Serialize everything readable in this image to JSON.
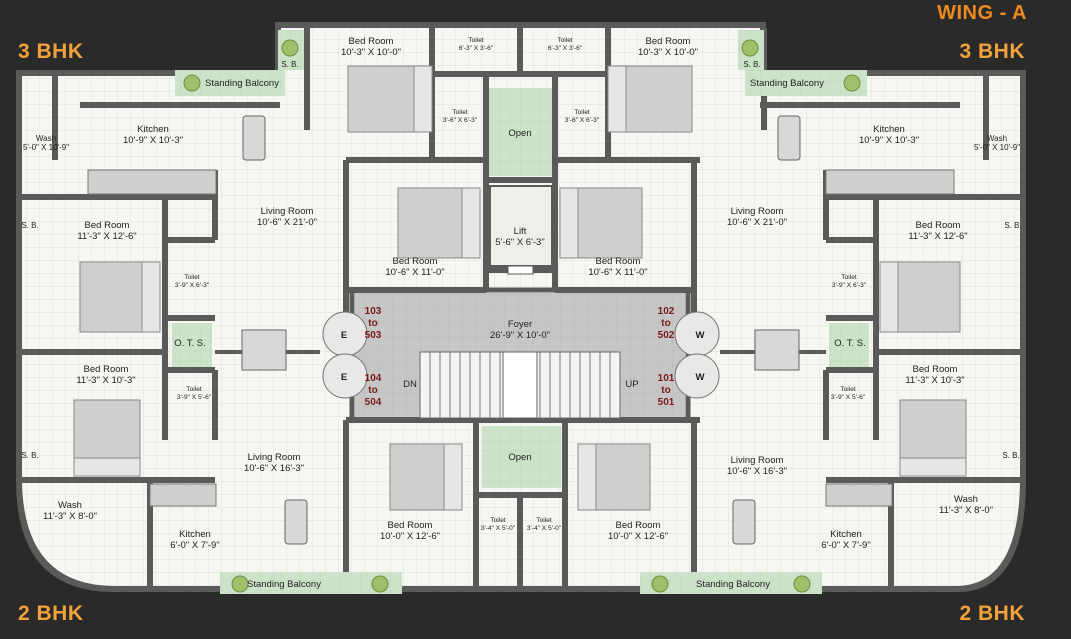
{
  "labels": {
    "wing": "WING - A",
    "tl": "3 BHK",
    "tr": "3 BHK",
    "bl": "2 BHK",
    "br": "2 BHK"
  },
  "rooms": {
    "bed_tl": {
      "n": "Bed Room",
      "d": "10'-3\" X 10'-0\""
    },
    "bed_tr": {
      "n": "Bed Room",
      "d": "10'-3\" X 10'-0\""
    },
    "toilet_top_l": {
      "n": "Toilet",
      "d": "6'-3\" X 3'-6\""
    },
    "toilet_top_r": {
      "n": "Toilet",
      "d": "6'-3\" X 3'-6\""
    },
    "toilet_mid_l": {
      "n": "Toilet",
      "d": "3'-6\" X 6'-3\""
    },
    "toilet_mid_r": {
      "n": "Toilet",
      "d": "3'-6\" X 6'-3\""
    },
    "open_top": "Open",
    "open_bottom": "Open",
    "kitchen_l": {
      "n": "Kitchen",
      "d": "10'-9\" X 10'-3\""
    },
    "kitchen_r": {
      "n": "Kitchen",
      "d": "10'-9\" X 10'-3\""
    },
    "wash_l": {
      "n": "Wash",
      "d": "5'-0\" X 10'-9\""
    },
    "wash_r": {
      "n": "Wash",
      "d": "5'-0\" X 10'-9\""
    },
    "sb": "S. B.",
    "balcony": "Standing Balcony",
    "living_tl": {
      "n": "Living Room",
      "d": "10'-6\" X 21'-0\""
    },
    "living_tr": {
      "n": "Living Room",
      "d": "10'-6\" X 21'-0\""
    },
    "bed_ml": {
      "n": "Bed Room",
      "d": "11'-3\" X 12'-6\""
    },
    "bed_mr": {
      "n": "Bed Room",
      "d": "11'-3\" X 12'-6\""
    },
    "bed_cl": {
      "n": "Bed Room",
      "d": "10'-6\" X 11'-0\""
    },
    "bed_cr": {
      "n": "Bed Room",
      "d": "10'-6\" X 11'-0\""
    },
    "lift": {
      "n": "Lift",
      "d": "5'-6\" X 6'-3\""
    },
    "toilet_sl1": {
      "n": "Toilet",
      "d": "3'-9\" X 6'-3\""
    },
    "toilet_sr1": {
      "n": "Toilet",
      "d": "3'-9\" X 6'-3\""
    },
    "ots": "O. T. S.",
    "foyer": {
      "n": "Foyer",
      "d": "26'-9\" X 10'-0\""
    },
    "bed_ll": {
      "n": "Bed Room",
      "d": "11'-3\" X 10'-3\""
    },
    "bed_lr": {
      "n": "Bed Room",
      "d": "11'-3\" X 10'-3\""
    },
    "toilet_sl2": {
      "n": "Toilet",
      "d": "3'-9\" X 5'-6\""
    },
    "toilet_sr2": {
      "n": "Toilet",
      "d": "3'-9\" X 5'-6\""
    },
    "living_bl": {
      "n": "Living Room",
      "d": "10'-6\" X 16'-3\""
    },
    "living_br": {
      "n": "Living Room",
      "d": "10'-6\" X 16'-3\""
    },
    "wash_bl": {
      "n": "Wash",
      "d": "11'-3\" X 8'-0\""
    },
    "wash_br": {
      "n": "Wash",
      "d": "11'-3\" X 8'-0\""
    },
    "kitchen_bl": {
      "n": "Kitchen",
      "d": "6'-0\" X 7'-9\""
    },
    "kitchen_br": {
      "n": "Kitchen",
      "d": "6'-0\" X 7'-9\""
    },
    "bed_bl": {
      "n": "Bed Room",
      "d": "10'-0\" X 12'-6\""
    },
    "bed_br": {
      "n": "Bed Room",
      "d": "10'-0\" X 12'-6\""
    },
    "toilet_bl": {
      "n": "Toilet",
      "d": "3'-4\" X 5'-0\""
    },
    "toilet_br": {
      "n": "Toilet",
      "d": "3'-4\" X 5'-0\""
    }
  },
  "units": {
    "u103": [
      "103",
      "to",
      "503"
    ],
    "u102": [
      "102",
      "to",
      "502"
    ],
    "u104": [
      "104",
      "to",
      "504"
    ],
    "u101": [
      "101",
      "to",
      "501"
    ]
  },
  "markers": {
    "e": "E",
    "w": "W",
    "dn": "DN",
    "up": "UP"
  },
  "colors": {
    "bg": "#2a2a2b",
    "wall": "#555555",
    "floor": "#f7f7f4",
    "grid": "#d6d6d0",
    "green": "#cfe5cc",
    "foyer": "#c9c9c9",
    "accent": "#ef8a1f"
  }
}
